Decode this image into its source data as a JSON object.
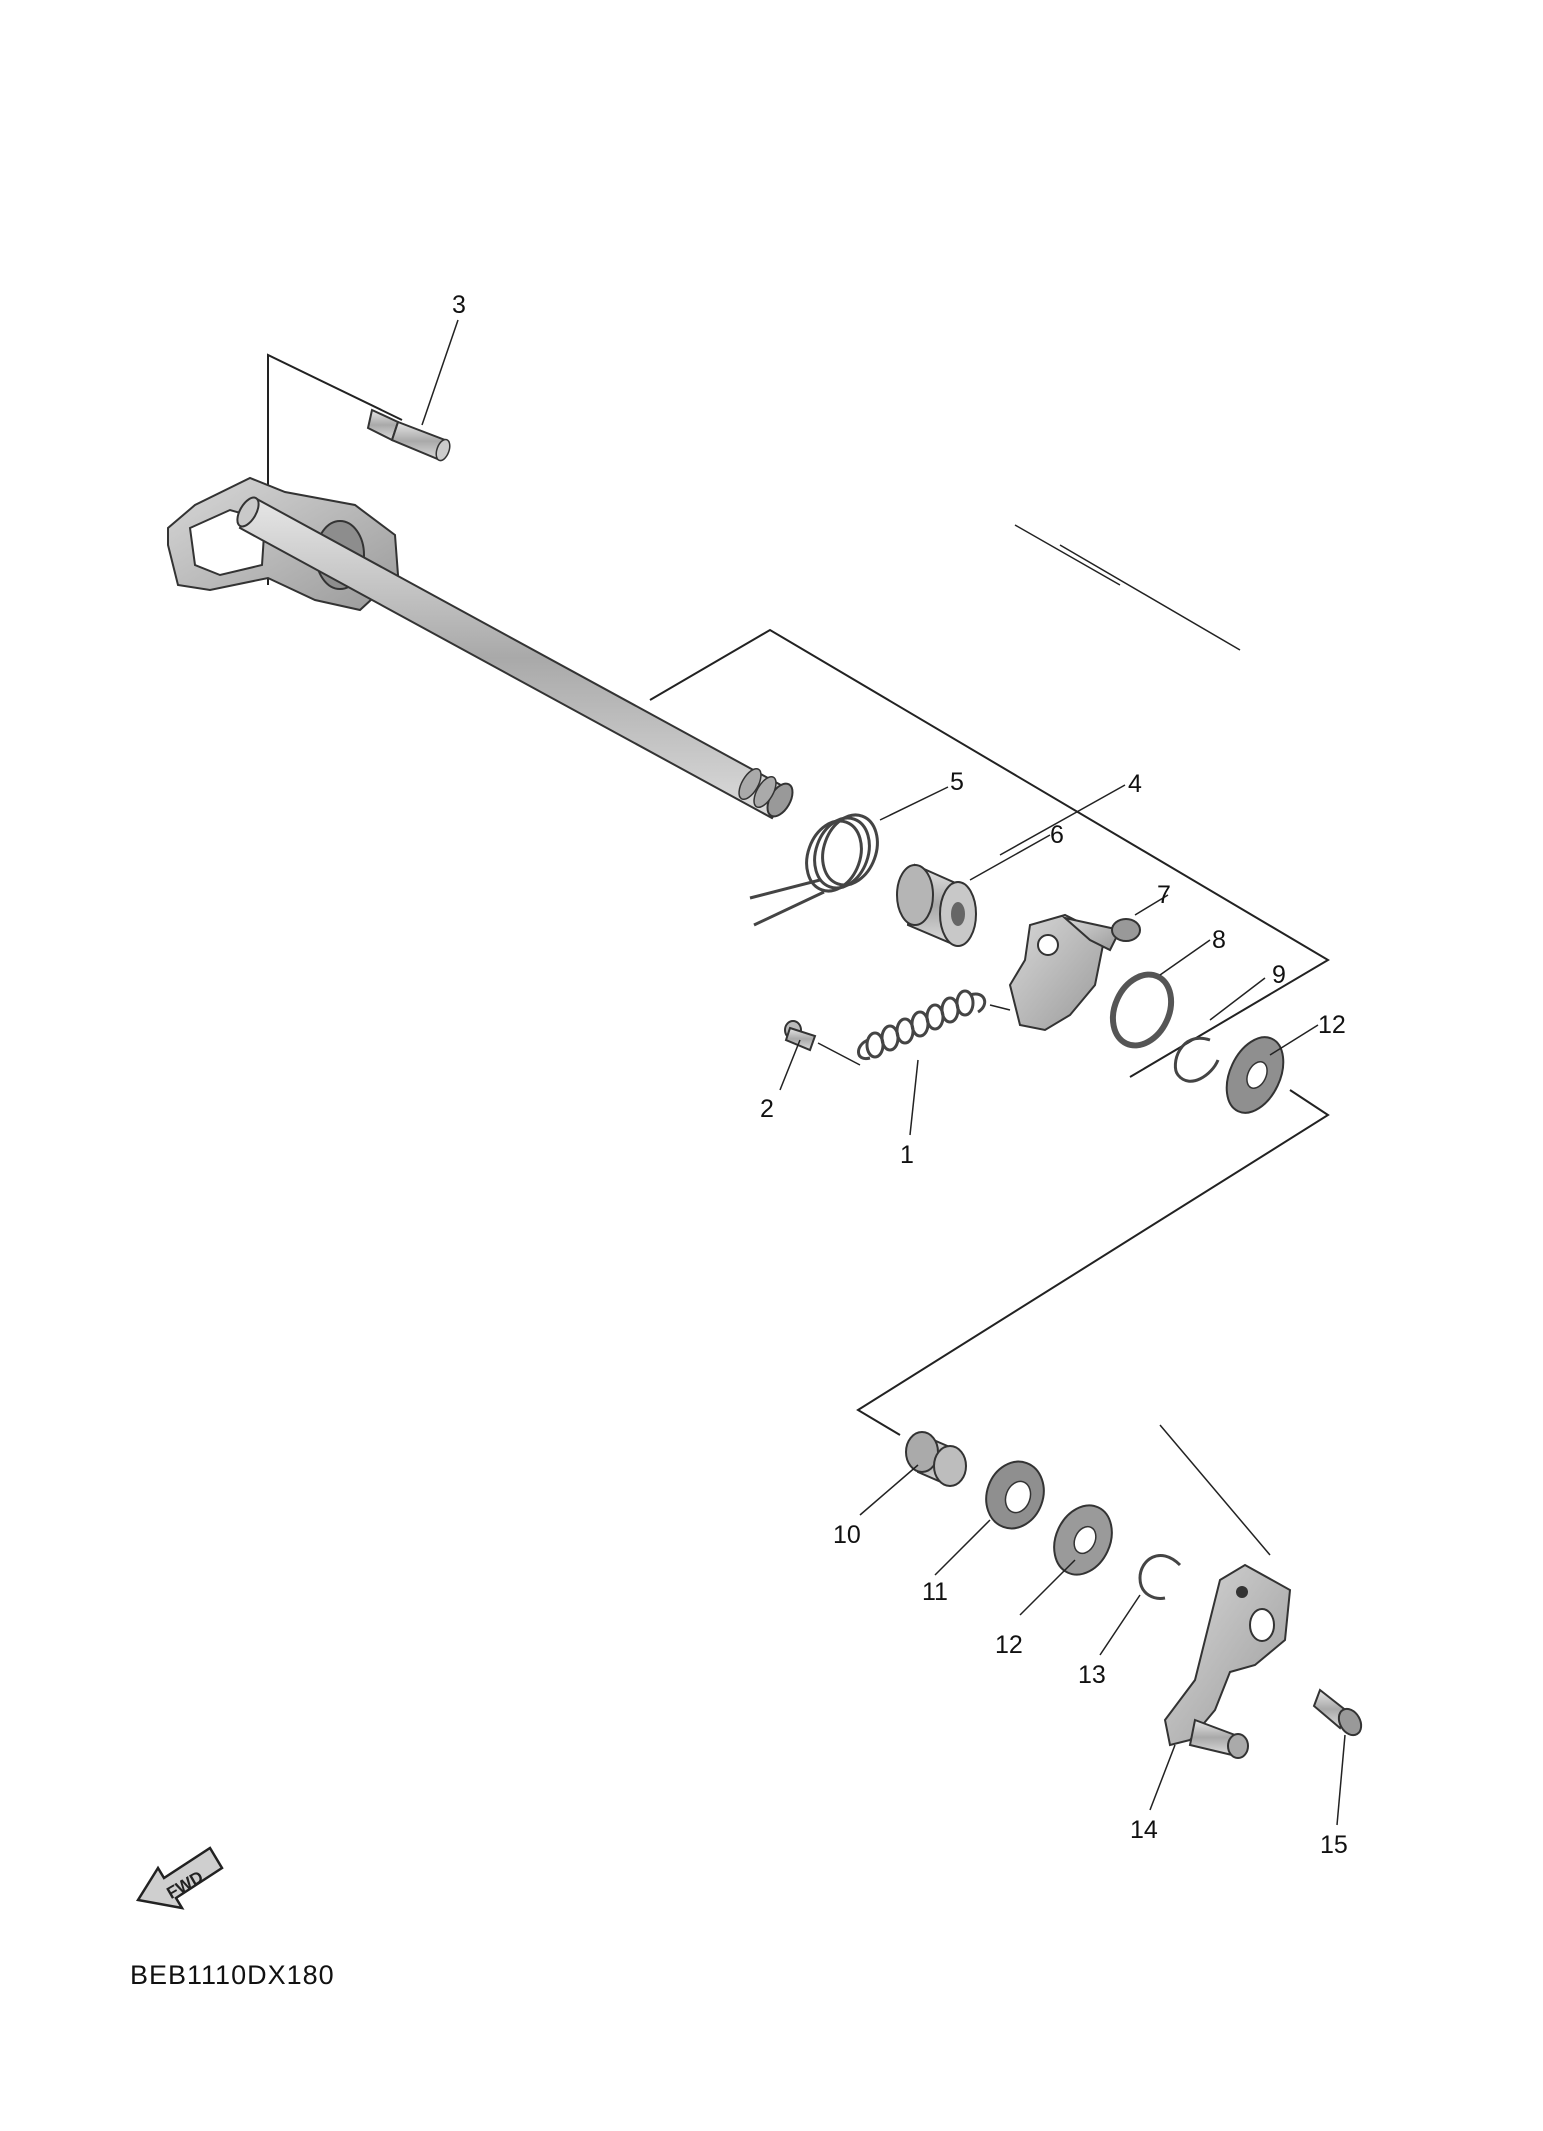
{
  "diagram_code": "BEB1110DX180",
  "fwd_label": "FWD",
  "callouts": [
    "1",
    "2",
    "3",
    "4",
    "5",
    "6",
    "7",
    "8",
    "9",
    "10",
    "11",
    "12",
    "12",
    "13",
    "14",
    "15"
  ]
}
